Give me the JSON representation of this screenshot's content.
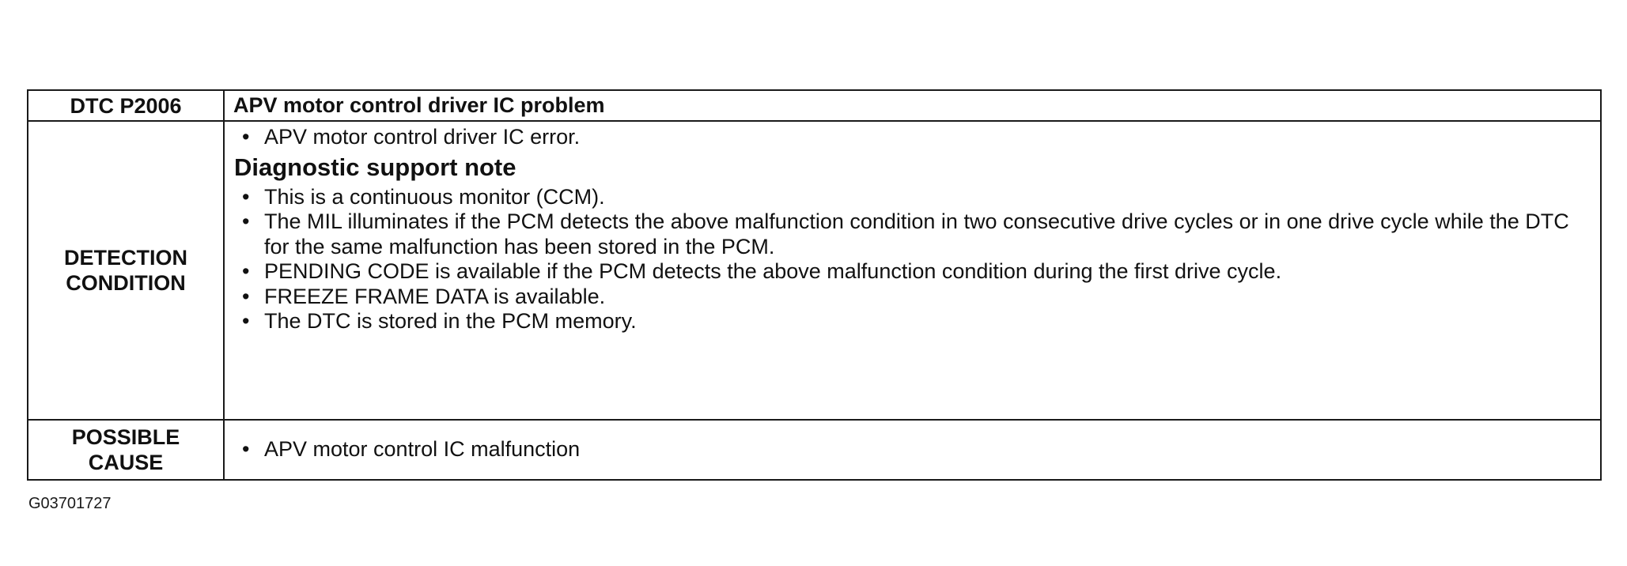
{
  "table": {
    "dtc_code": "DTC P2006",
    "dtc_title": "APV motor control driver IC problem",
    "detection": {
      "label_lines": [
        "DETECTION",
        "CONDITION"
      ],
      "condition_bullets": [
        "APV motor control driver IC error."
      ],
      "note_heading": "Diagnostic support note",
      "note_bullets": [
        "This is a continuous monitor (CCM).",
        "The MIL illuminates if the PCM detects the above malfunction condition in two consecutive drive cycles or in one drive cycle while the DTC for the same malfunction has been stored in the PCM.",
        "PENDING CODE is available if the PCM detects the above malfunction condition during the first drive cycle.",
        "FREEZE FRAME DATA is available.",
        "The DTC is stored in the PCM memory."
      ]
    },
    "possible_cause": {
      "label_lines": [
        "POSSIBLE",
        "CAUSE"
      ],
      "bullets": [
        "APV motor control IC malfunction"
      ]
    }
  },
  "footer": {
    "figure_id": "G03701727"
  },
  "bullet_glyph": "•"
}
